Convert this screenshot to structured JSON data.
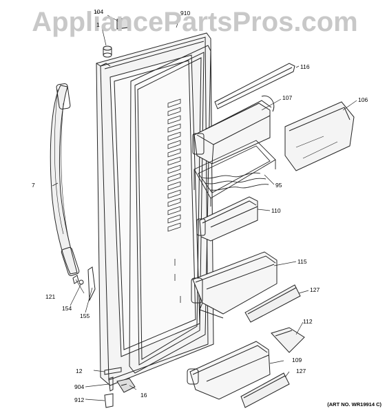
{
  "watermark": "AppliancePartsPros.com",
  "art_number": "(ART NO. WR19914 C)",
  "parts": [
    {
      "id": "p104",
      "label": "104"
    },
    {
      "id": "p1",
      "label": "1"
    },
    {
      "id": "p910",
      "label": "910"
    },
    {
      "id": "p116",
      "label": "116"
    },
    {
      "id": "p107",
      "label": "107"
    },
    {
      "id": "p106",
      "label": "106"
    },
    {
      "id": "p7",
      "label": "7"
    },
    {
      "id": "p95",
      "label": "95"
    },
    {
      "id": "p110",
      "label": "110"
    },
    {
      "id": "p115",
      "label": "115"
    },
    {
      "id": "p121",
      "label": "121"
    },
    {
      "id": "p154",
      "label": "154"
    },
    {
      "id": "p155",
      "label": "155"
    },
    {
      "id": "p127a",
      "label": "127"
    },
    {
      "id": "p112",
      "label": "112"
    },
    {
      "id": "p12",
      "label": "12"
    },
    {
      "id": "p109",
      "label": "109"
    },
    {
      "id": "p127b",
      "label": "127"
    },
    {
      "id": "p904",
      "label": "904"
    },
    {
      "id": "p16",
      "label": "16"
    },
    {
      "id": "p912",
      "label": "912"
    }
  ]
}
